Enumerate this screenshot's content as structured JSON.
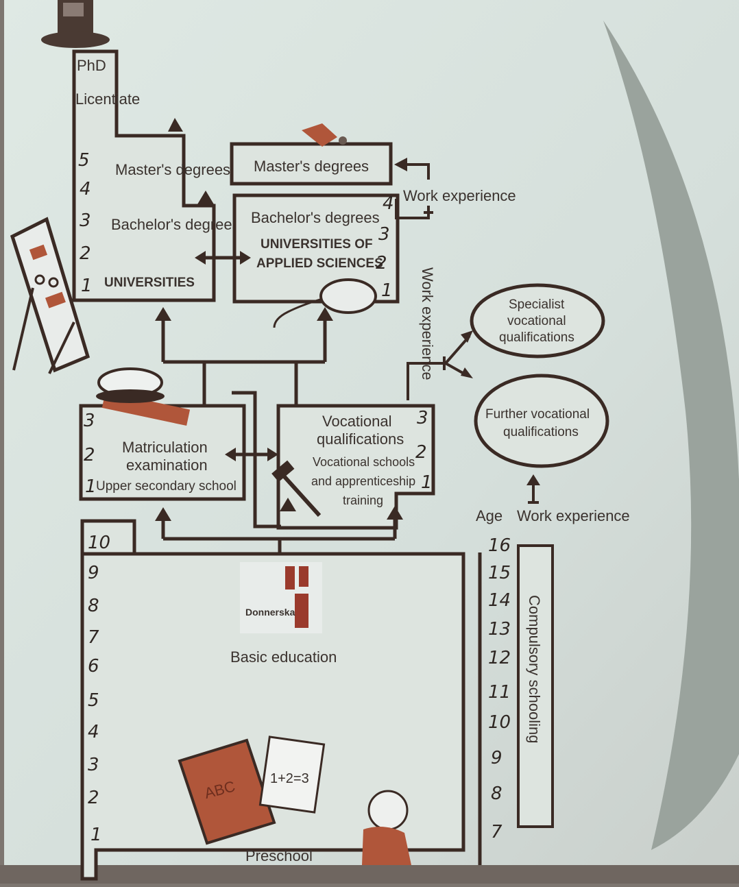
{
  "diagram": {
    "universities": {
      "phd": "PhD",
      "licentiate": "Licentiate",
      "masters": "Master's degrees",
      "bachelors": "Bachelor's degrees",
      "name": "UNIVERSITIES",
      "years": [
        "5",
        "4",
        "3",
        "2",
        "1"
      ]
    },
    "uas": {
      "masters": "Master's degrees",
      "bachelors": "Bachelor's degrees",
      "name_line1": "UNIVERSITIES OF",
      "name_line2": "APPLIED SCIENCES",
      "years": [
        "4",
        "3",
        "2",
        "1"
      ]
    },
    "work_experience": "Work experience",
    "upper_secondary": {
      "label_line1": "Matriculation",
      "label_line2": "examination",
      "school": "Upper secondary school",
      "years": [
        "3",
        "2",
        "1"
      ]
    },
    "vocational": {
      "label_line1": "Vocational",
      "label_line2": "qualifications",
      "school_line1": "Vocational schools",
      "school_line2": "and apprenticeship",
      "school_line3": "training",
      "years": [
        "3",
        "2",
        "1"
      ]
    },
    "specialist_line1": "Specialist",
    "specialist_line2": "vocational",
    "specialist_line3": "qualifications",
    "further_line1": "Further vocational",
    "further_line2": "qualifications",
    "age_label": "Age",
    "ages": [
      "16",
      "15",
      "14",
      "13",
      "12",
      "11",
      "10",
      "9",
      "8",
      "7"
    ],
    "compulsory": "Compulsory schooling",
    "basic_years": [
      "10",
      "9",
      "8",
      "7",
      "6",
      "5",
      "4",
      "3",
      "2",
      "1"
    ],
    "basic_education": "Basic education",
    "preschool": "Preschool",
    "logo_text": "Donnerska",
    "abc_text": "ABC",
    "math_text": "1+2=3",
    "colors": {
      "board": "#dde4df",
      "ink": "#3a2a24",
      "accent": "#b0563a"
    }
  }
}
